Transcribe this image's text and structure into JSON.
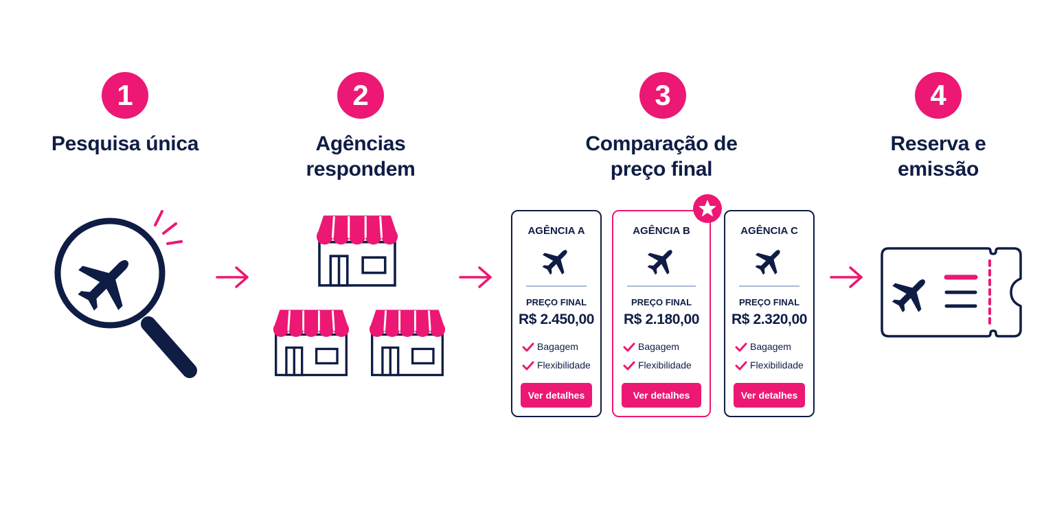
{
  "steps": [
    {
      "number": "1",
      "title_line1": "Pesquisa única",
      "title_line2": "",
      "icon": "magnifier-plane-icon"
    },
    {
      "number": "2",
      "title_line1": "Agências",
      "title_line2": "respondem",
      "icon": "storefronts-icon"
    },
    {
      "number": "3",
      "title_line1": "Comparação de",
      "title_line2": "preço final",
      "icon": "price-cards"
    },
    {
      "number": "4",
      "title_line1": "Reserva e",
      "title_line2": "emissão",
      "icon": "ticket-icon"
    }
  ],
  "agencies": [
    {
      "name": "AGÊNCIA A",
      "price_label": "PREÇO FINAL",
      "price": "R$ 2.450,00",
      "features": [
        "Bagagem",
        "Flexibilidade"
      ],
      "button": "Ver detalhes",
      "featured": false
    },
    {
      "name": "AGÊNCIA B",
      "price_label": "PREÇO FINAL",
      "price": "R$ 2.180,00",
      "features": [
        "Bagagem",
        "Flexibilidade"
      ],
      "button": "Ver detalhes",
      "featured": true
    },
    {
      "name": "AGÊNCIA C",
      "price_label": "PREÇO FINAL",
      "price": "R$ 2.320,00",
      "features": [
        "Bagagem",
        "Flexibilidade"
      ],
      "button": "Ver detalhes",
      "featured": false
    }
  ],
  "colors": {
    "accent": "#ec1873",
    "navy": "#0f1d45",
    "divider": "#aab8d6"
  }
}
